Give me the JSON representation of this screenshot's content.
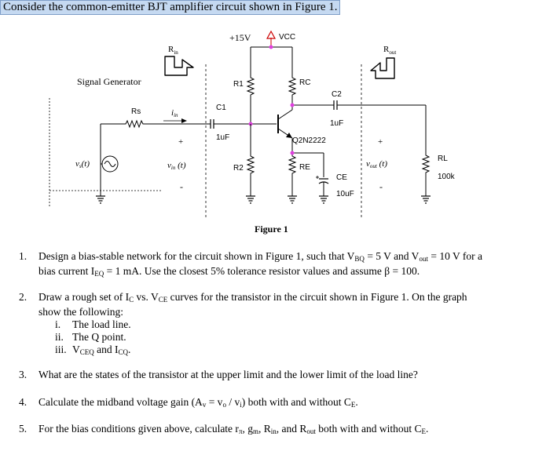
{
  "header": "Consider the common-emitter BJT amplifier circuit shown in Figure 1.",
  "figure": {
    "caption": "Figure 1",
    "supply": "+15V",
    "vcc": "VCC",
    "rin": "R",
    "rin_sub": "in",
    "rout": "R",
    "rout_sub": "out",
    "signal_generator": "Signal Generator",
    "rs": "Rs",
    "iin": "i",
    "iin_sub": "in",
    "vs": "v",
    "vs_sub": "s",
    "vs_arg": "(t)",
    "vin": "v",
    "vin_sub": "in",
    "vin_arg": " (t)",
    "vout": "v",
    "vout_sub": "out",
    "vout_arg": " (t)",
    "plus": "+",
    "minus": "-",
    "c1": "C1",
    "c1_val": "1uF",
    "r1": "R1",
    "r2": "R2",
    "rc": "RC",
    "re": "RE",
    "c2": "C2",
    "c2_val": "1uF",
    "ce": "CE",
    "ce_val": "10uF",
    "transistor": "Q2N2222",
    "rl": "RL",
    "rl_val": "100k"
  },
  "questions": {
    "q1": {
      "num": "1.",
      "line1_a": "Design a bias-stable network for the circuit shown in Figure 1, such that V",
      "line1_sub1": "BQ",
      "line1_b": " = 5 V and V",
      "line1_sub2": "out",
      "line1_c": " = 10 V for a",
      "line2_a": "bias current I",
      "line2_sub": "EQ",
      "line2_b": " = 1 mA. Use the closest 5% tolerance resistor values and assume β = 100."
    },
    "q2": {
      "num": "2.",
      "line1_a": "Draw a rough set of I",
      "line1_sub1": "C",
      "line1_b": " vs. V",
      "line1_sub2": "CE",
      "line1_c": " curves for the transistor in the circuit shown in Figure 1. On the graph",
      "line2": "show the following:",
      "items": [
        {
          "num": "i.",
          "text": "The load line."
        },
        {
          "num": "ii.",
          "text": "The Q point."
        }
      ],
      "item3_num": "iii.",
      "item3_a": "V",
      "item3_sub1": "CEQ",
      "item3_b": " and I",
      "item3_sub2": "CQ",
      "item3_c": "."
    },
    "q3": {
      "num": "3.",
      "text": "What are the states of the transistor at the upper limit and the lower limit of the load line?"
    },
    "q4": {
      "num": "4.",
      "a": "Calculate the midband voltage gain (A",
      "sub1": "v",
      "b": " = v",
      "sub2": "o",
      "c": " / v",
      "sub3": "i",
      "d": ") both with and without C",
      "sub4": "E",
      "e": "."
    },
    "q5": {
      "num": "5.",
      "a": "For the bias conditions given above, calculate r",
      "sub1": "π",
      "b": ", g",
      "sub2": "m",
      "c": ", R",
      "sub3": "in",
      "d": ", and R",
      "sub4": "out",
      "e": " both with and without C",
      "sub5": "E",
      "f": "."
    }
  }
}
